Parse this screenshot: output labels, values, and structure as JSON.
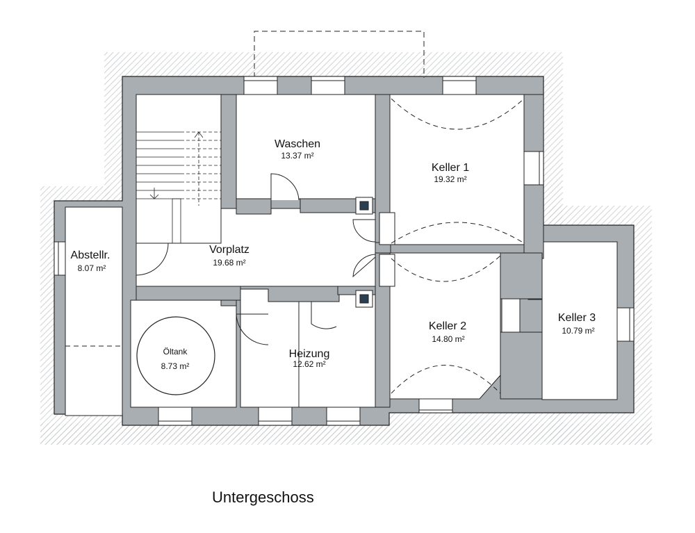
{
  "plan": {
    "caption": "Untergeschoss",
    "colors": {
      "wall": "#a9aeb3",
      "room": "#ffffff",
      "line": "#222222",
      "hatch": "#c4c7ca"
    },
    "rooms": {
      "waschen": {
        "name": "Waschen",
        "area": "13.37 m²"
      },
      "keller1": {
        "name": "Keller 1",
        "area": "19.32 m²"
      },
      "vorplatz": {
        "name": "Vorplatz",
        "area": "19.68 m²"
      },
      "abstellr": {
        "name": "Abstellr.",
        "area": "8.07 m²"
      },
      "keller2": {
        "name": "Keller 2",
        "area": "14.80 m²"
      },
      "keller3": {
        "name": "Keller 3",
        "area": "10.79 m²"
      },
      "heizung": {
        "name": "Heizung",
        "area": "12.62 m²"
      },
      "oeltank": {
        "name": "Öltank",
        "area": "8.73 m²"
      }
    }
  }
}
